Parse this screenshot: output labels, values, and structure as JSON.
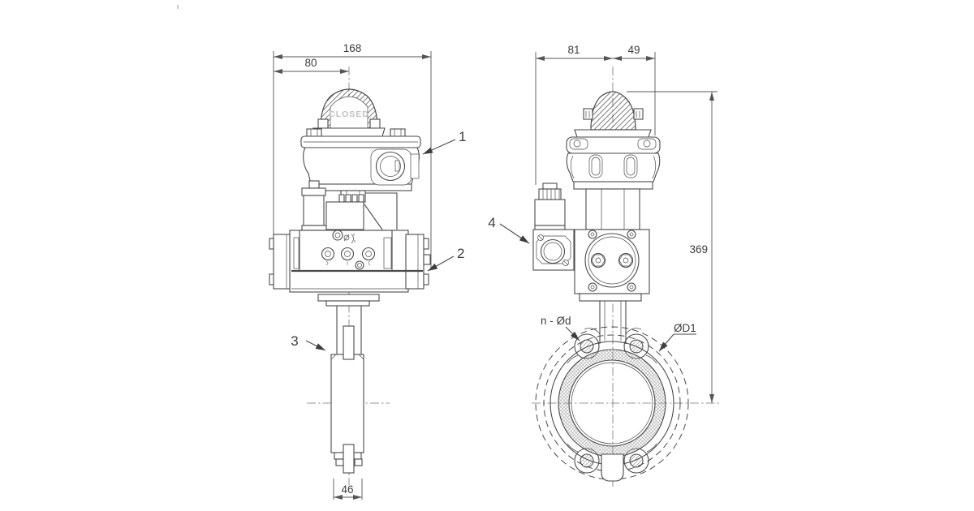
{
  "page": {
    "background": "#ffffff",
    "line_color": "#4a4a4a",
    "text_color": "#3d3d3d"
  },
  "front_view": {
    "dim_overall_width": "168",
    "dim_switchbox_width": "80",
    "dim_valve_body_width": "46",
    "position_indicator": "CLOSED",
    "callout_1": "1",
    "callout_2": "2",
    "callout_3": "3"
  },
  "side_view": {
    "dim_depth_left": "81",
    "dim_depth_right": "49",
    "dim_total_height": "369",
    "label_bolt_holes": "n - Ød",
    "label_outer_diameter": "ØD1",
    "callout_4": "4"
  }
}
